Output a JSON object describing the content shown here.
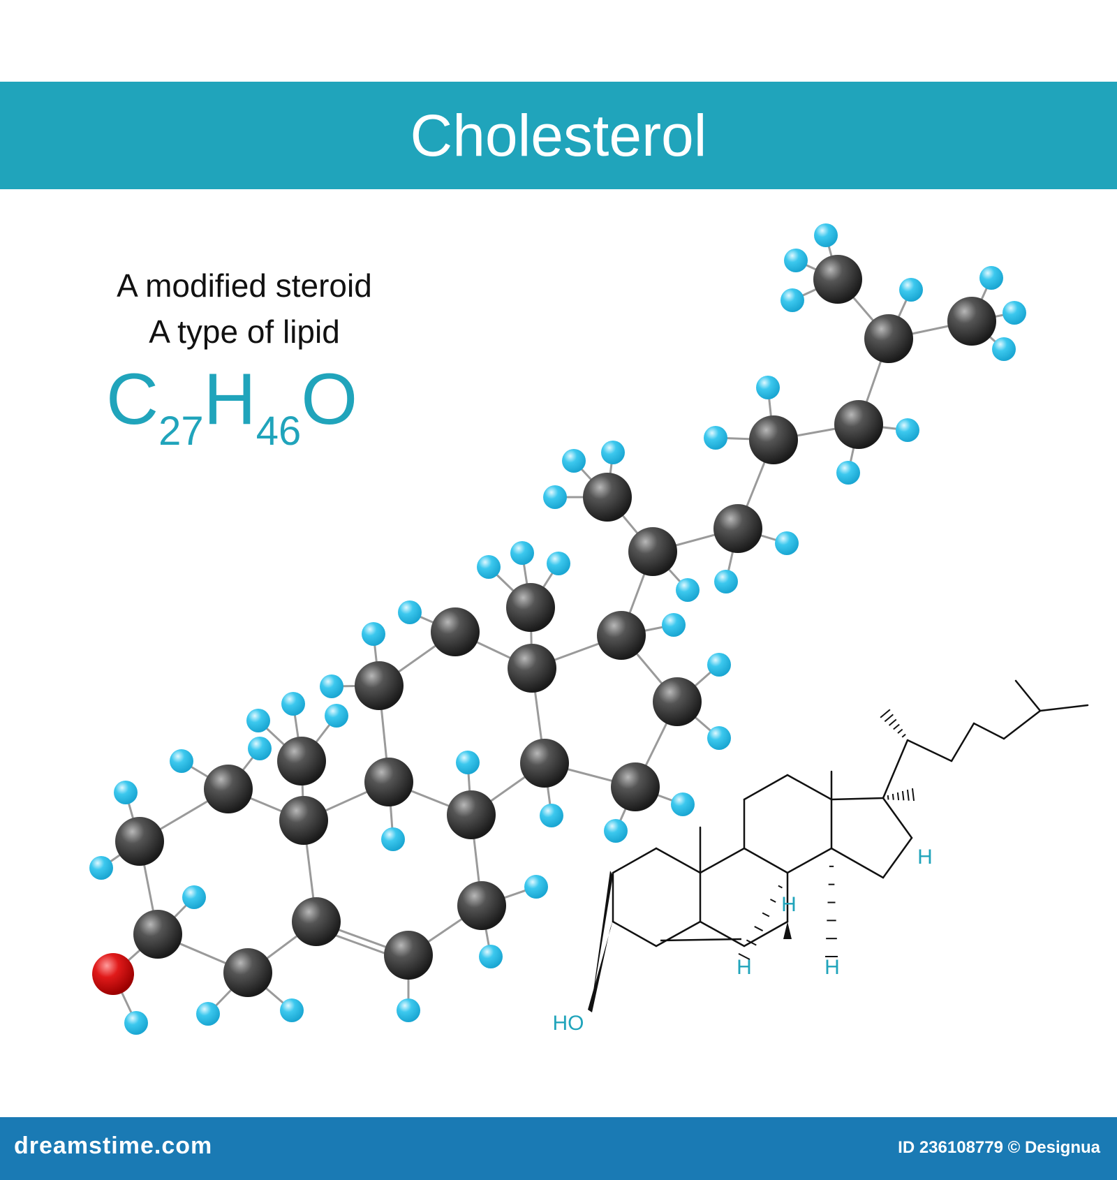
{
  "title": "Cholesterol",
  "subtitle_lines": [
    "A modified steroid",
    "A type of lipid"
  ],
  "formula": {
    "c_symbol": "C",
    "c_count": "27",
    "h_symbol": "H",
    "h_count": "46",
    "o_symbol": "O"
  },
  "skeletal_labels": {
    "hydroxyl": "HO",
    "hydrogen": "H"
  },
  "footer": {
    "site": "dreamstime.com",
    "image_id": "ID 236108779 © Designua"
  },
  "colors": {
    "banner": "#20a4bb",
    "formula_text": "#20a4bb",
    "carbon_atom": "#3a3a3a",
    "hydrogen_atom": "#3cc8ee",
    "oxygen_atom": "#e01a1a",
    "footer": "#1a7ab4"
  },
  "atoms": {
    "carbon_count": 27,
    "hydrogen_count": 46,
    "oxygen_count": 1
  }
}
